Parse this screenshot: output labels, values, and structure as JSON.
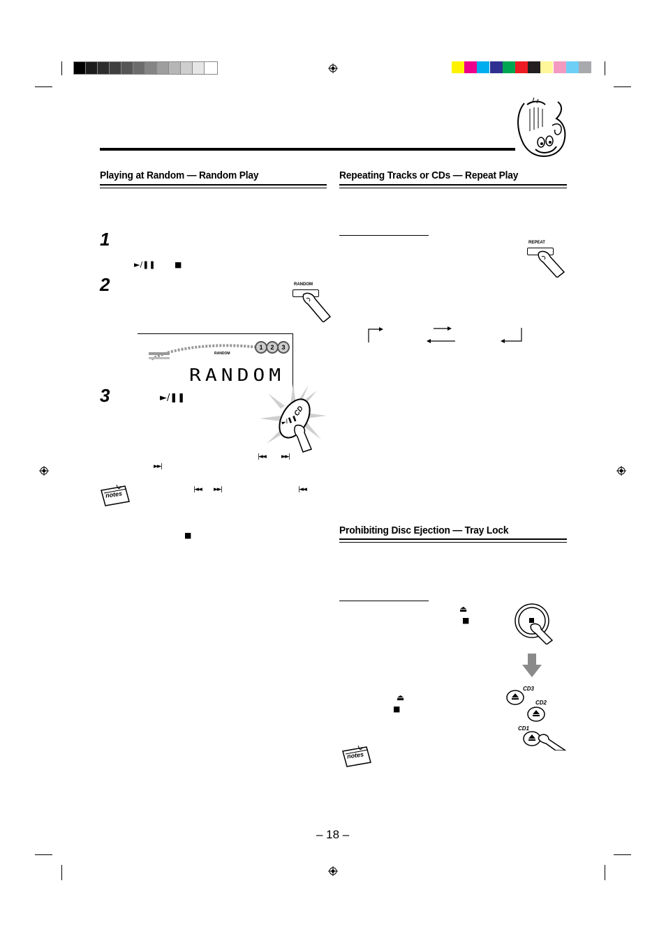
{
  "colors": {
    "grayscale_bar": [
      "#000000",
      "#1c1c1c",
      "#2d2d2d",
      "#404040",
      "#565656",
      "#6c6c6c",
      "#858585",
      "#9e9e9e",
      "#b6b6b6",
      "#cecece",
      "#e6e6e6",
      "#ffffff"
    ],
    "color_bar": [
      "#fff200",
      "#ec008c",
      "#00aeef",
      "#2e3192",
      "#00a651",
      "#ed1c24",
      "#231f20",
      "#fff799",
      "#f49ac1",
      "#6dcff6",
      "#a7a9ac"
    ],
    "arrow_gray": "#8a8a8a"
  },
  "sections": {
    "random_play": {
      "heading": "Playing at Random — Random Play"
    },
    "repeat_play": {
      "heading": "Repeating Tracks or CDs — Repeat Play"
    },
    "tray_lock": {
      "heading": "Prohibiting Disc Ejection — Tray Lock"
    }
  },
  "steps": {
    "one": "1",
    "two": "2",
    "three": "3"
  },
  "symbols": {
    "play_pause": "►/❚❚",
    "stop": "■",
    "prev": "|◄◄",
    "next": "►►|",
    "eject": "⏏"
  },
  "buttons": {
    "random": "RANDOM",
    "repeat": "REPEAT",
    "cd": "CD",
    "cd_play": "►/❚❚",
    "cd1": "CD1",
    "cd2": "CD2",
    "cd3": "CD3"
  },
  "display": {
    "main_text": "RANDOM",
    "small_label": "RANDOM",
    "disc_numbers": [
      "1",
      "2",
      "3"
    ]
  },
  "notes_label": "notes",
  "page_number": "– 18 –"
}
